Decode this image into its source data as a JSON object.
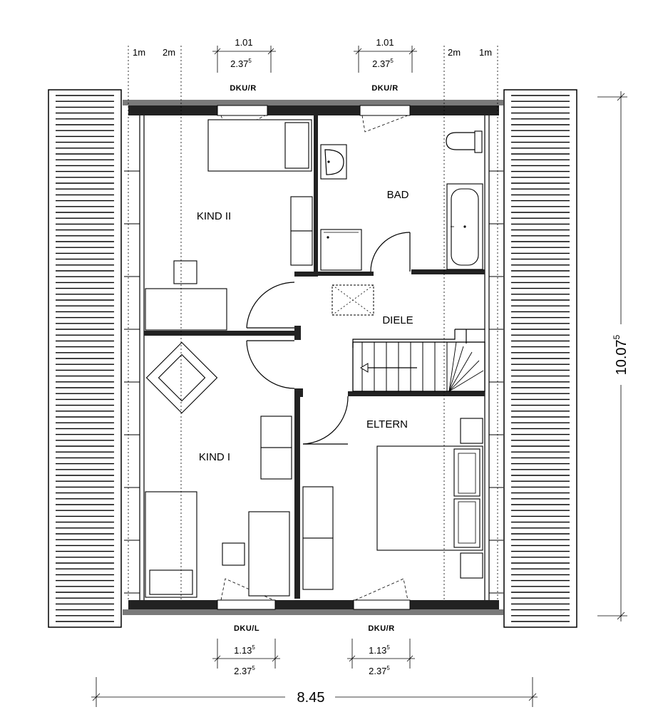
{
  "rooms": {
    "kind2": "KIND II",
    "bad": "BAD",
    "diele": "DIELE",
    "eltern": "ELTERN",
    "kind1": "KIND I"
  },
  "windows": {
    "top_left": "DKU/R",
    "top_right": "DKU/R",
    "bottom_left": "DKU/L",
    "bottom_right": "DKU/R"
  },
  "height_marks": {
    "left_1m": "1m",
    "left_2m": "2m",
    "right_2m": "2m",
    "right_1m": "1m"
  },
  "dimensions": {
    "top_left_width": "1.01",
    "top_left_height": "2.37",
    "top_left_height_sup": "5",
    "top_right_width": "1.01",
    "top_right_height": "2.37",
    "top_right_height_sup": "5",
    "bottom_left_width": "1.13",
    "bottom_left_width_sup": "5",
    "bottom_left_height": "2.37",
    "bottom_left_height_sup": "5",
    "bottom_right_width": "1.13",
    "bottom_right_width_sup": "5",
    "bottom_right_height": "2.37",
    "bottom_right_height_sup": "5",
    "total_width": "8.45",
    "total_depth": "10.07",
    "total_depth_sup": "5"
  }
}
